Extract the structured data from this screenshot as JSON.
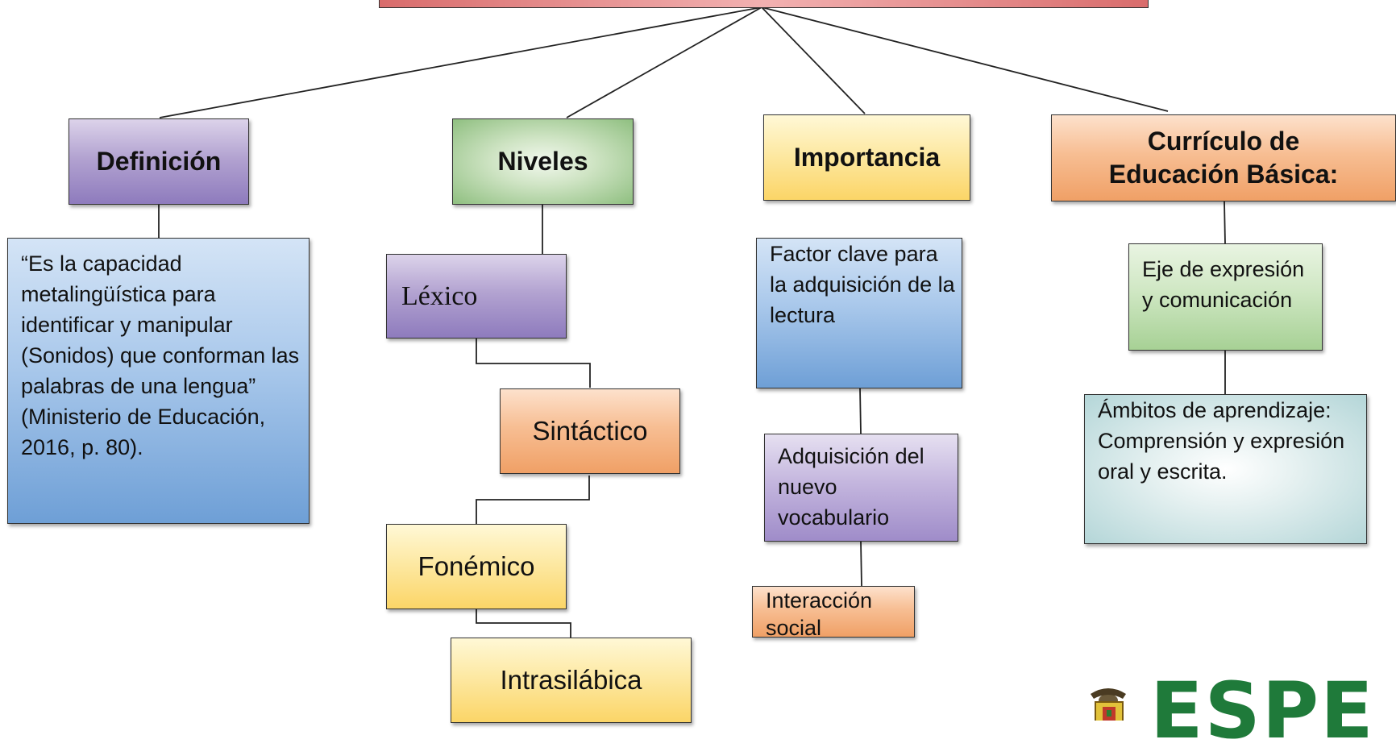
{
  "branches": {
    "definicion": "Definición",
    "niveles": "Niveles",
    "importancia": "Importancia",
    "curriculo": "Currículo de Educación Básica:"
  },
  "definicion": {
    "text": "“Es la capacidad metalingüística para identificar y manipular (Sonidos) que conforman las palabras de una lengua” (Ministerio de Educación, 2016, p. 80)."
  },
  "niveles": {
    "items": [
      "Léxico",
      "Sintáctico",
      "Fonémico",
      "Intrasilábica"
    ]
  },
  "importancia": {
    "items": [
      "Factor clave para la adquisición de la lectura",
      "Adquisición del nuevo vocabulario",
      "Interacción social"
    ]
  },
  "curriculo": {
    "eje": "Eje de expresión y comunicación",
    "ambitos": "Ámbitos de aprendizaje: Comprensión y expresión oral y escrita."
  },
  "logo": {
    "text": "ESPE",
    "color": "#1f7a3a"
  },
  "colors": {
    "title_bar": "#e48a8a",
    "purple": "#a897cb",
    "green": "#b7d6aa",
    "yellow": "#fde39a",
    "orange": "#f5b78a",
    "blue": "#8fb5e1",
    "teal": "#cfe4e4"
  }
}
